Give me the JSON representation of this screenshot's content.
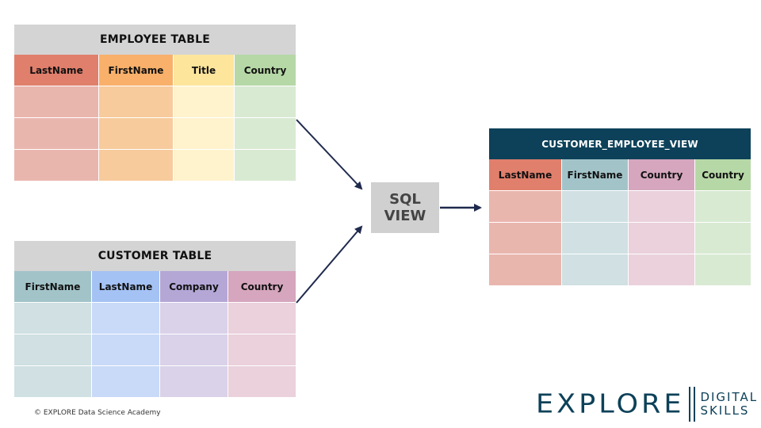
{
  "employee_table": {
    "title": "EMPLOYEE TABLE",
    "columns": [
      {
        "label": "LastName",
        "header_color": "#e07f6c",
        "cell_color": "#e9b6ae"
      },
      {
        "label": "FirstName",
        "header_color": "#f8b06a",
        "cell_color": "#f7cb9c"
      },
      {
        "label": "Title",
        "header_color": "#fde59b",
        "cell_color": "#fff3ce"
      },
      {
        "label": "Country",
        "header_color": "#b6d8a6",
        "cell_color": "#d9ead3"
      }
    ],
    "empty_rows": 3
  },
  "customer_table": {
    "title": "CUSTOMER TABLE",
    "columns": [
      {
        "label": "FirstName",
        "header_color": "#a2c4c9",
        "cell_color": "#d0e0e3"
      },
      {
        "label": "LastName",
        "header_color": "#a4c2f4",
        "cell_color": "#c9daf8"
      },
      {
        "label": "Company",
        "header_color": "#b4a7d6",
        "cell_color": "#d9d2e9"
      },
      {
        "label": "Country",
        "header_color": "#d5a6bd",
        "cell_color": "#ead1dc"
      }
    ],
    "empty_rows": 3
  },
  "sql_view": {
    "line1": "SQL",
    "line2": "VIEW"
  },
  "view_table": {
    "title": "CUSTOMER_EMPLOYEE_VIEW",
    "title_color": "#0d4159",
    "columns": [
      {
        "label": "LastName",
        "header_color": "#e07f6c",
        "cell_color": "#e9b6ae"
      },
      {
        "label": "FirstName",
        "header_color": "#a2c4c9",
        "cell_color": "#d0e0e3"
      },
      {
        "label": "Country",
        "header_color": "#d5a6bd",
        "cell_color": "#ead1dc"
      },
      {
        "label": "Country",
        "header_color": "#b6d8a6",
        "cell_color": "#d9ead3"
      }
    ],
    "empty_rows": 3
  },
  "footer": {
    "copyright": "© EXPLORE Data Science Academy"
  },
  "logo": {
    "word": "EXPLORE",
    "line1": "DIGITAL",
    "line2": "SKILLS"
  },
  "arrow_color": "#1f2a4d"
}
